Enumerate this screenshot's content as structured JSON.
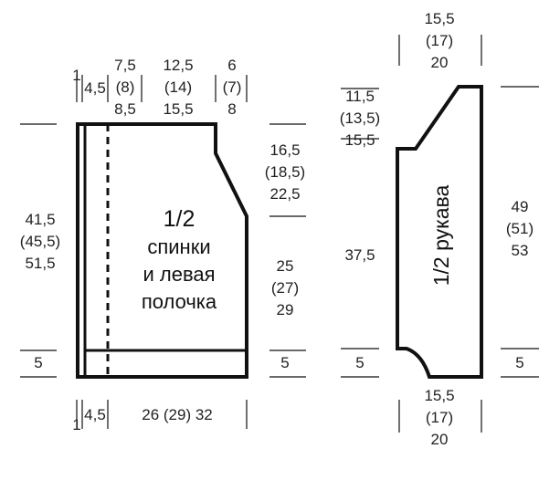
{
  "back_piece": {
    "label_line1": "1/2",
    "label_line2": "спинки",
    "label_line3": "и левая",
    "label_line4": "полочка",
    "top_dims": {
      "edge": "1",
      "band": "4,5",
      "neck": [
        "7,5",
        "(8)",
        "8,5"
      ],
      "shoulder": [
        "12,5",
        "(14)",
        "15,5"
      ],
      "side": [
        "6",
        "(7)",
        "8"
      ]
    },
    "left_height": [
      "41,5",
      "(45,5)",
      "51,5"
    ],
    "armhole_depth": [
      "16,5",
      "(18,5)",
      "22,5"
    ],
    "side_length": [
      "25",
      "(27)",
      "29"
    ],
    "rib_left": "5",
    "rib_right": "5",
    "bottom_dims": {
      "edge": "1",
      "band": "4,5",
      "width": "26 (29) 32"
    }
  },
  "sleeve_piece": {
    "label": "1/2 рукава",
    "top_width": [
      "15,5",
      "(17)",
      "20"
    ],
    "cap_height": [
      "11,5",
      "(13,5)",
      "15,5"
    ],
    "body_length": "37,5",
    "total_length": [
      "49",
      "(51)",
      "53"
    ],
    "rib_left": "5",
    "rib_right": "5",
    "bottom_width": [
      "15,5",
      "(17)",
      "20"
    ]
  },
  "colors": {
    "ink": "#111111",
    "text": "#222222",
    "background": "#ffffff"
  }
}
